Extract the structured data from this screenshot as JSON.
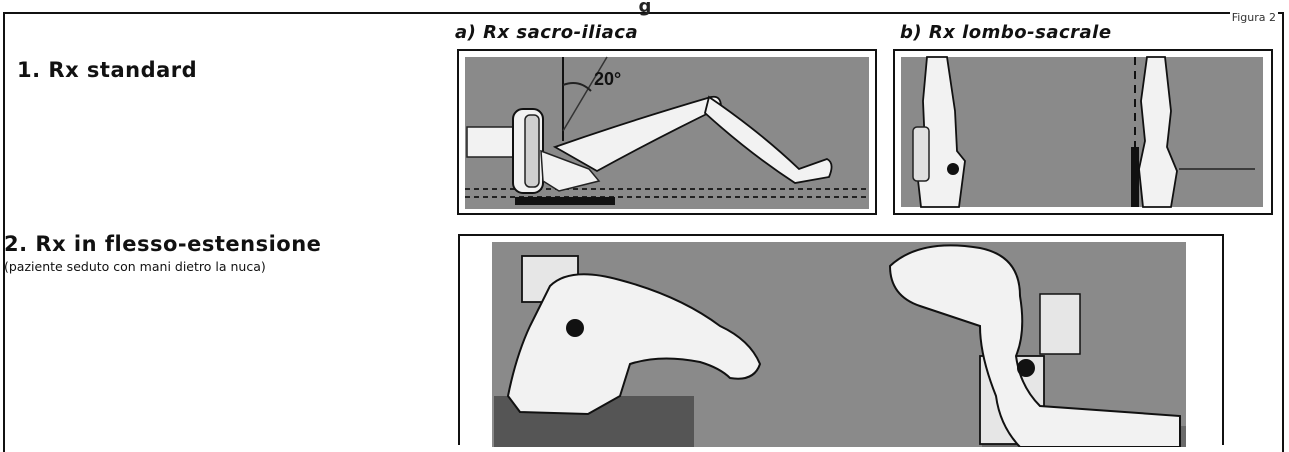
{
  "page": {
    "figure_label": "Figura 2",
    "top_title_fragment": "g"
  },
  "sections": {
    "standard": {
      "heading": "1. Rx standard",
      "panel_a_title": "a) Rx sacro-iliaca",
      "panel_a_angle": "20°",
      "panel_b_title": "b) Rx lombo-sacrale"
    },
    "flex_ext": {
      "heading": "2. Rx in flesso-estensione",
      "subheading": "(paziente seduto con mani dietro la nuca)"
    }
  },
  "colors": {
    "border": "#111111",
    "xray_bg": "#8a8a8a",
    "figure_fill": "#f2f2f2"
  }
}
